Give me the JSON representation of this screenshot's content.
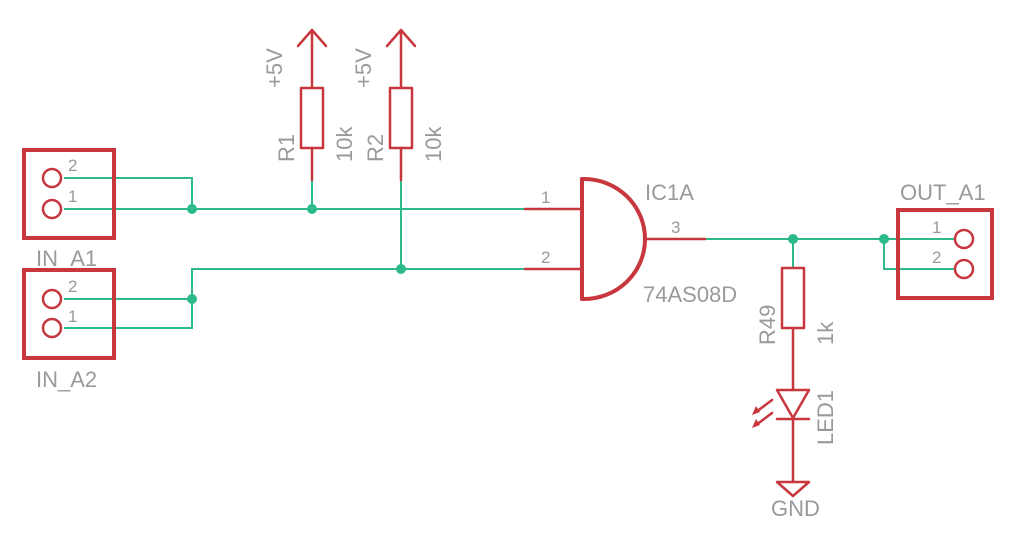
{
  "colors": {
    "symbol": "#c8373d",
    "net": "#2dba8a",
    "label": "#9a9a9a",
    "background": "#ffffff"
  },
  "connectors": {
    "in_a1": {
      "name": "IN_A1",
      "pins": [
        "2",
        "1"
      ]
    },
    "in_a2": {
      "name": "IN_A2",
      "pins": [
        "2",
        "1"
      ]
    },
    "out_a1": {
      "name": "OUT_A1",
      "pins": [
        "1",
        "2"
      ]
    }
  },
  "resistors": {
    "r1": {
      "name": "R1",
      "value": "10k",
      "supply": "+5V"
    },
    "r2": {
      "name": "R2",
      "value": "10k",
      "supply": "+5V"
    },
    "r49": {
      "name": "R49",
      "value": "1k"
    }
  },
  "gate": {
    "name": "IC1A",
    "part": "74AS08D",
    "pins": {
      "in1": "1",
      "in2": "2",
      "out": "3"
    }
  },
  "led": {
    "name": "LED1"
  },
  "ground": {
    "label": "GND"
  }
}
